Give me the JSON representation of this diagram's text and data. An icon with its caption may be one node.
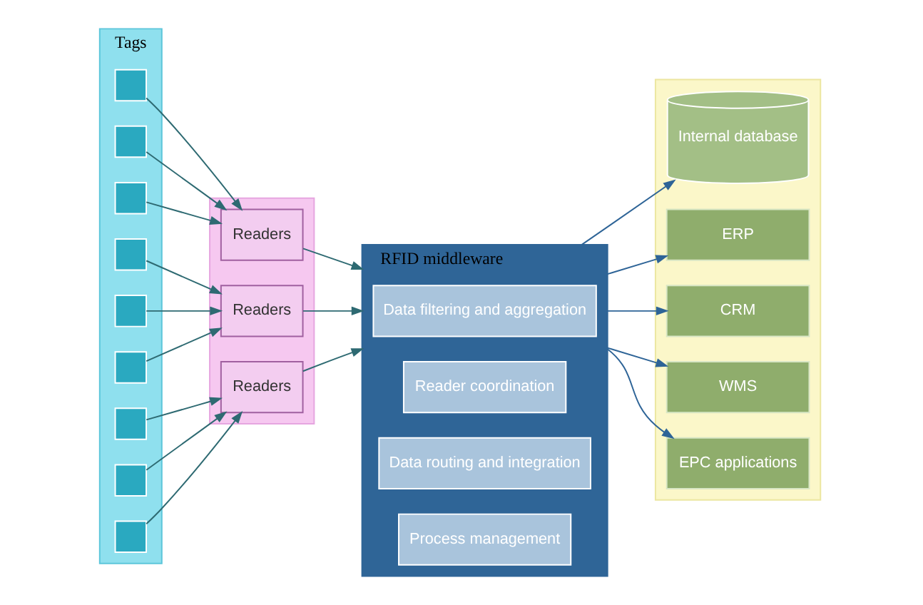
{
  "diagram": {
    "nodes": [
      {
        "text": [
          "Tags"
        ]
      },
      {
        "text": [],
        "shape": "box",
        "in": 0
      },
      {
        "text": [],
        "shape": "box",
        "in": 0
      },
      {
        "text": [],
        "shape": "box",
        "in": 0
      },
      {
        "text": [],
        "shape": "box",
        "in": 0
      },
      {
        "text": [],
        "shape": "box",
        "in": 0
      },
      {
        "text": [],
        "shape": "box",
        "in": 0
      },
      {
        "text": [],
        "shape": "box",
        "in": 0
      },
      {
        "text": [],
        "shape": "box",
        "in": 0
      },
      {
        "text": [],
        "shape": "box",
        "in": 0
      },
      {
        "text": [],
        "shape": "box"
      },
      {
        "text": [
          "Readers"
        ],
        "in": 10
      },
      {
        "text": [
          "Readers"
        ],
        "in": 10
      },
      {
        "text": [
          "Readers"
        ],
        "in": 10
      },
      {
        "text": [
          "RFID middleware"
        ]
      },
      {
        "text": [
          "Data filtering and aggregation"
        ],
        "in": 14
      },
      {
        "text": [
          "Reader coordination"
        ],
        "in": 14
      },
      {
        "text": [
          "Data routing and integration"
        ],
        "in": 14
      },
      {
        "text": [
          "Process management"
        ],
        "in": 14
      },
      {
        "text": [],
        "shape": "box"
      },
      {
        "text": [
          "Internal database"
        ],
        "in": 19
      },
      {
        "text": [
          "ERP"
        ],
        "in": 19
      },
      {
        "text": [
          "CRM"
        ],
        "in": 19
      },
      {
        "text": [
          "WMS"
        ],
        "in": 19
      },
      {
        "text": [
          "EPC applications"
        ],
        "in": 19
      }
    ],
    "edges": [
      {
        "from": 1,
        "to": 11,
        "arrow": "to"
      },
      {
        "from": 2,
        "to": 11,
        "arrow": "to"
      },
      {
        "from": 3,
        "to": 11,
        "arrow": "to"
      },
      {
        "from": 4,
        "to": 12,
        "arrow": "to"
      },
      {
        "from": 5,
        "to": 12,
        "arrow": "to"
      },
      {
        "from": 6,
        "to": 12,
        "arrow": "to"
      },
      {
        "from": 7,
        "to": 13,
        "arrow": "to"
      },
      {
        "from": 8,
        "to": 13,
        "arrow": "to"
      },
      {
        "from": 9,
        "to": 13,
        "arrow": "to"
      },
      {
        "from": 11,
        "to": 14,
        "arrow": "to"
      },
      {
        "from": 12,
        "to": 14,
        "arrow": "to"
      },
      {
        "from": 13,
        "to": 14,
        "arrow": "to"
      },
      {
        "from": 14,
        "to": 20,
        "arrow": "to"
      },
      {
        "from": 14,
        "to": 21,
        "arrow": "to"
      },
      {
        "from": 14,
        "to": 22,
        "arrow": "to"
      },
      {
        "from": 14,
        "to": 23,
        "arrow": "to"
      },
      {
        "from": 14,
        "to": 24,
        "arrow": "to"
      }
    ]
  }
}
